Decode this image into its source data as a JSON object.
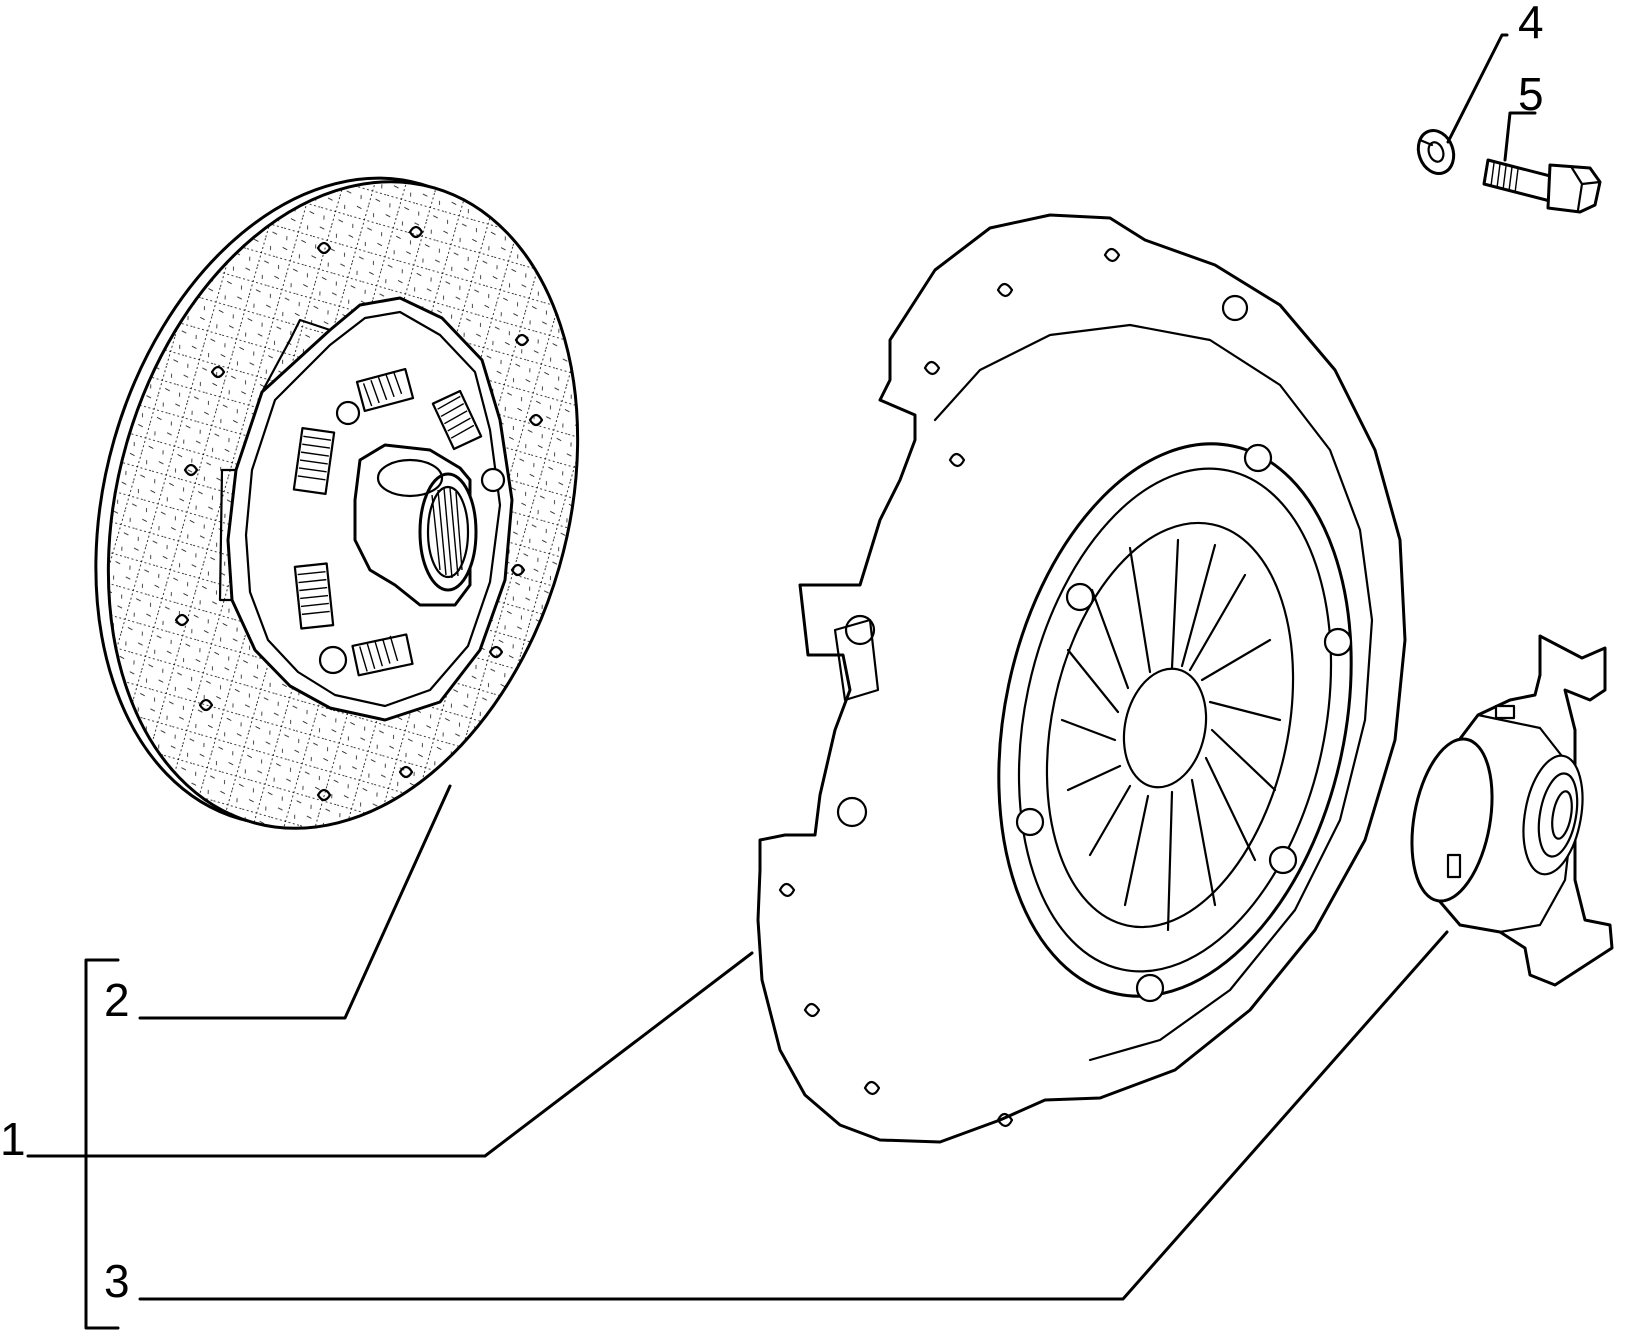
{
  "callouts": {
    "c1": "1",
    "c2": "2",
    "c3": "3",
    "c4": "4",
    "c5": "5"
  },
  "parts": [
    {
      "id": "1",
      "name": ""
    },
    {
      "id": "2",
      "name": ""
    },
    {
      "id": "3",
      "name": ""
    },
    {
      "id": "4",
      "name": ""
    },
    {
      "id": "5",
      "name": ""
    }
  ],
  "colors": {
    "line": "#000000",
    "background": "#ffffff"
  }
}
